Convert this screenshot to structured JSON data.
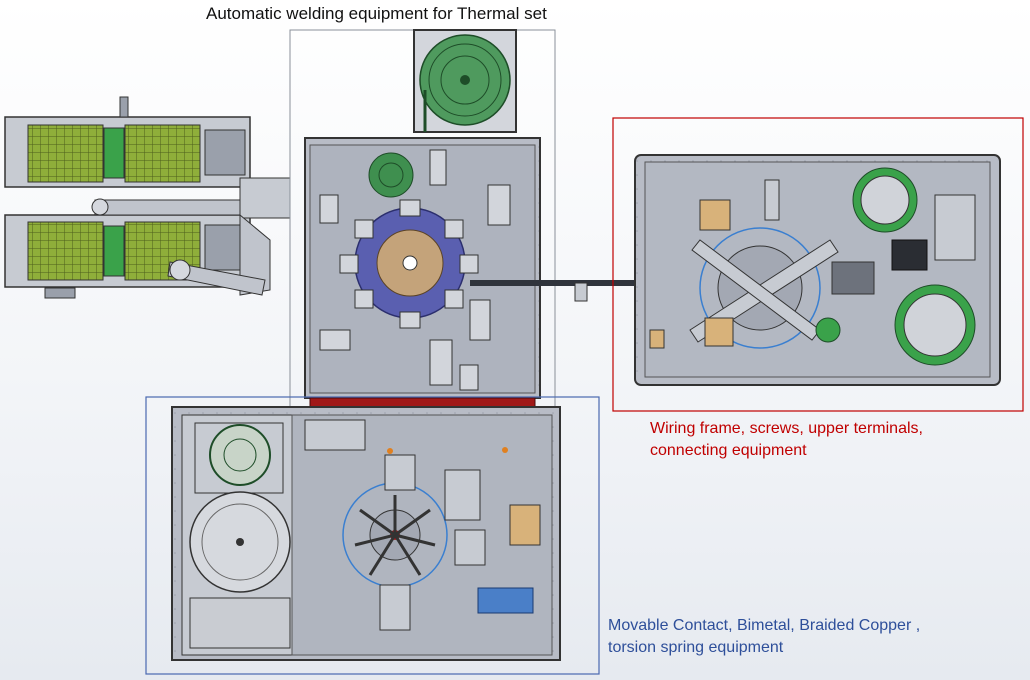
{
  "title": "Automatic welding equipment for Thermal set",
  "annotations": {
    "red_caption_line1": "Wiring frame, screws, upper terminals,",
    "red_caption_line2": "connecting equipment",
    "blue_caption_line1": "Movable Contact, Bimetal, Braided Copper ,",
    "blue_caption_line2": "torsion spring equipment"
  },
  "colors": {
    "red_frame": "#c00000",
    "blue_frame": "#4a68b0",
    "machine_plate": "#b9bec8",
    "turntable": "#5a5fb0",
    "bowl_green": "#3f8f4f",
    "tray_green": "#8fae3a"
  }
}
